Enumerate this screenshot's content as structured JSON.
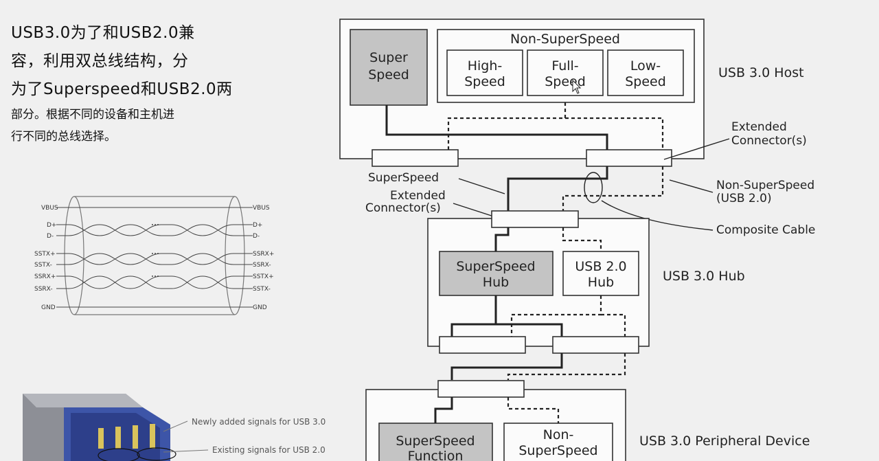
{
  "intro": {
    "line1": "USB3.0为了和USB2.0兼",
    "line2": "容，利用双总线结构，分",
    "line3": "为了Superspeed和USB2.0两",
    "line4": "部分。根据不同的设备和主机进",
    "line5": "行不同的总线选择。"
  },
  "cable": {
    "left_labels": [
      "VBUS",
      "D+",
      "D-",
      "SSTX+",
      "SSTX-",
      "SSRX+",
      "SSRX-",
      "GND"
    ],
    "right_labels": [
      "VBUS",
      "D+",
      "D-",
      "SSRX+",
      "SSRX-",
      "SSTX+",
      "SSTX-",
      "GND"
    ]
  },
  "connector_photo": {
    "callout_new": "Newly added signals for USB 3.0",
    "callout_existing": "Existing signals for USB 2.0"
  },
  "diagram": {
    "host": {
      "label": "USB 3.0 Host",
      "superspeed_line1": "Super",
      "superspeed_line2": "Speed",
      "non_superspeed": "Non-SuperSpeed",
      "high_line1": "High-",
      "high_line2": "Speed",
      "full_line1": "Full-",
      "full_line2": "Speed",
      "low_line1": "Low-",
      "low_line2": "Speed"
    },
    "labels": {
      "superspeed": "SuperSpeed",
      "extended_left_line1": "Extended",
      "extended_left_line2": "Connector(s)",
      "extended_right_line1": "Extended",
      "extended_right_line2": "Connector(s)",
      "non_ss_line1": "Non-SuperSpeed",
      "non_ss_line2": "(USB 2.0)",
      "composite_cable": "Composite Cable"
    },
    "hub": {
      "label": "USB 3.0 Hub",
      "ss_line1": "SuperSpeed",
      "ss_line2": "Hub",
      "usb2_line1": "USB 2.0",
      "usb2_line2": "Hub"
    },
    "device": {
      "label": "USB 3.0 Peripheral Device",
      "ss_line1": "SuperSpeed",
      "ss_line2": "Function",
      "non_line1": "Non-",
      "non_line2": "SuperSpeed"
    }
  }
}
